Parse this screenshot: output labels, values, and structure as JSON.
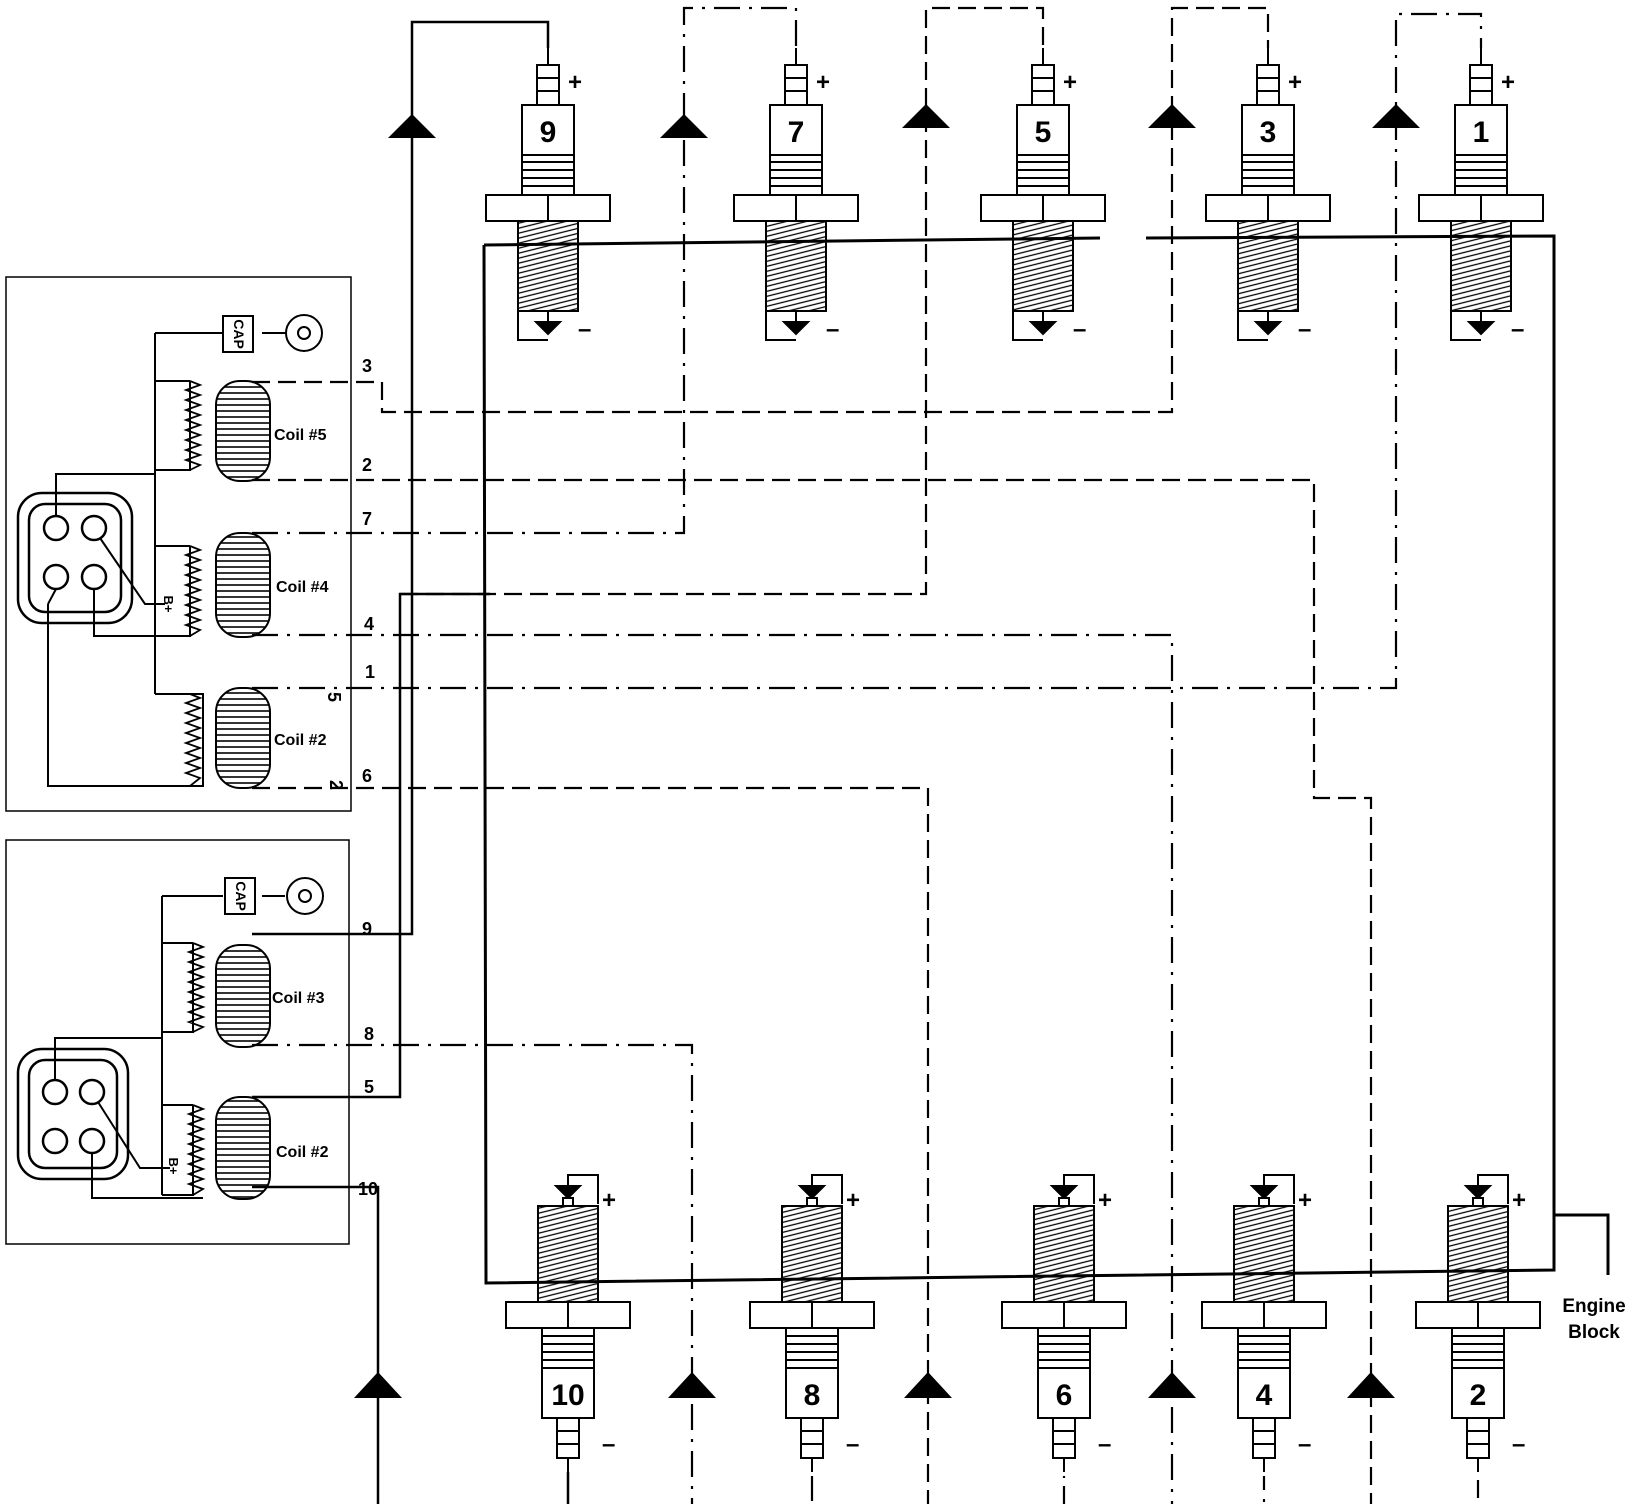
{
  "top_plugs": [
    {
      "number": "9",
      "positive": "+",
      "negative": "–"
    },
    {
      "number": "7",
      "positive": "+",
      "negative": "–"
    },
    {
      "number": "5",
      "positive": "+",
      "negative": "–"
    },
    {
      "number": "3",
      "positive": "+",
      "negative": "–"
    },
    {
      "number": "1",
      "positive": "+",
      "negative": "–"
    }
  ],
  "bottom_plugs": [
    {
      "number": "10",
      "positive": "+",
      "negative": "–"
    },
    {
      "number": "8",
      "positive": "+",
      "negative": "–"
    },
    {
      "number": "6",
      "positive": "+",
      "negative": "–"
    },
    {
      "number": "4",
      "positive": "+",
      "negative": "–"
    },
    {
      "number": "2",
      "positive": "+",
      "negative": "–"
    }
  ],
  "upper_pack": {
    "cap_label": "CAP",
    "b_plus_label": "B+",
    "coils": [
      {
        "label": "Coil #5",
        "pin_top": "3",
        "pin_bottom": "2"
      },
      {
        "label": "Coil #4",
        "pin_top": "7",
        "pin_bottom": "4"
      },
      {
        "label": "Coil #2",
        "pin_top": "1",
        "pin_bottom": "6"
      }
    ],
    "rotated_marks": [
      "5",
      "2"
    ]
  },
  "lower_pack": {
    "cap_label": "CAP",
    "b_plus_label": "B+",
    "coils": [
      {
        "label": "Coil #3",
        "pin_top": "9",
        "pin_bottom": "8"
      },
      {
        "label": "Coil #2",
        "pin_top": "5",
        "pin_bottom": "10"
      }
    ]
  },
  "engine_block_label": [
    "Engine",
    "Block"
  ]
}
